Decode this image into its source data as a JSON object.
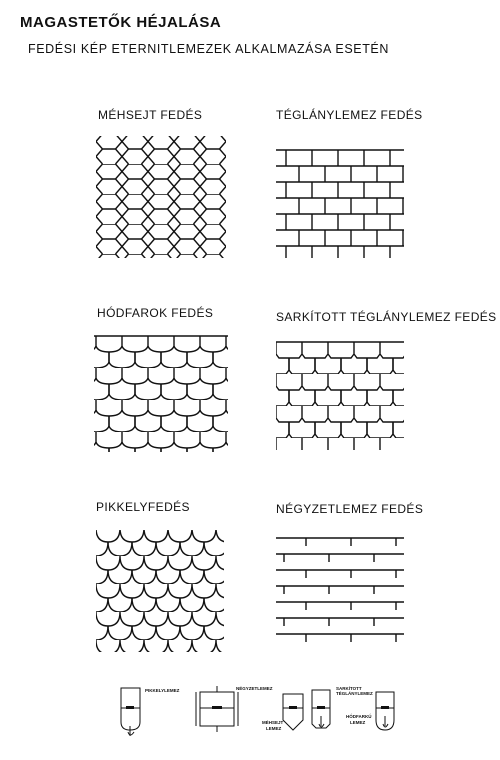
{
  "header": {
    "title": "MAGASTETŐK HÉJALÁSA",
    "subtitle": "FEDÉSI KÉP ETERNITLEMEZEK ALKALMAZÁSA ESETÉN"
  },
  "patterns": [
    {
      "label": "MÉHSEJT FEDÉS",
      "icon": "honeycomb-pattern"
    },
    {
      "label": "TÉGLÁNYLEMEZ FEDÉS",
      "icon": "rectangular-pattern"
    },
    {
      "label": "HÓDFAROK FEDÉS",
      "icon": "beaver-tail-pattern"
    },
    {
      "label": "SARKÍTOTT TÉGLÁNYLEMEZ FEDÉS",
      "icon": "chamfered-rectangular-pattern"
    },
    {
      "label": "PIKKELYFEDÉS",
      "icon": "scale-pattern"
    },
    {
      "label": "NÉGYZETLEMEZ FEDÉS",
      "icon": "square-pattern"
    }
  ],
  "legend": {
    "pikkelylemez": "PIKKELYLEMEZ",
    "negyzetlemez": "NÉGYZETLEMEZ",
    "mehsejt_line1": "MÉHSEJT",
    "mehsejt_line2": "LEMEZ",
    "sarkitott_line1": "SARKÍTOTT",
    "sarkitott_line2": "TÉGLÁNYLEMEZ",
    "hodfarku_line1": "HÓDFARKÚ",
    "hodfarku_line2": "LEMEZ"
  }
}
